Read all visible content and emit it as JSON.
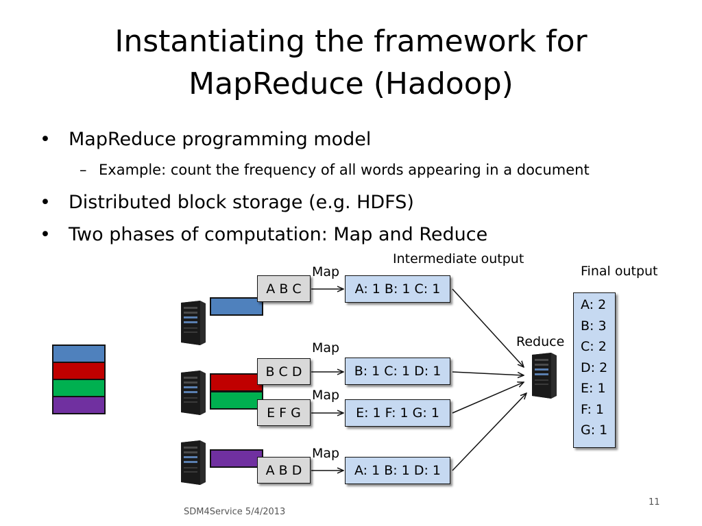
{
  "title": {
    "line1": "Instantiating the framework for",
    "line2": "MapReduce (Hadoop)"
  },
  "bullets": {
    "b1": "MapReduce programming model",
    "b1_sub": "Example: count the frequency of all words appearing in a document",
    "b2": "Distributed block storage (e.g. HDFS)",
    "b3": "Two phases of computation: Map and Reduce",
    "bullet_char": "•",
    "dash_char": "–"
  },
  "diagram": {
    "intermediate_label": "Intermediate output",
    "final_label": "Final output",
    "reduce_label": "Reduce",
    "map_label": "Map",
    "inputs": [
      "A B C",
      "B C D",
      "E F G",
      "A B D"
    ],
    "outputs": [
      "A: 1 B: 1 C: 1",
      "B: 1 C: 1 D: 1",
      "E: 1 F: 1 G: 1",
      "A: 1 B: 1 D: 1"
    ],
    "final_output": [
      "A: 2",
      "B: 3",
      "C: 2",
      "D: 2",
      "E: 1",
      "F: 1",
      "G: 1"
    ],
    "block_colors": {
      "blue": "#4f81bd",
      "red": "#c00000",
      "green": "#00b050",
      "purple": "#7030a0"
    }
  },
  "footer": {
    "source": "SDM4Service 5/4/2013",
    "page_number": "11"
  }
}
